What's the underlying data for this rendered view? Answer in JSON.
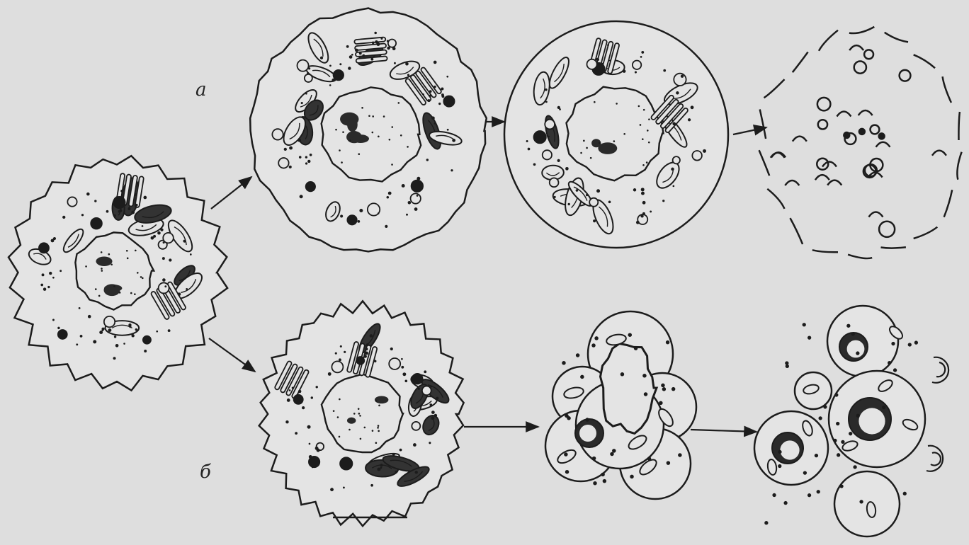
{
  "figure": {
    "labels": {
      "top_path": "а",
      "bottom_path": "б"
    },
    "colors": {
      "ink": "#1c1c1c",
      "paper": "#dedede",
      "cytoplasm": "#e4e4e4"
    },
    "cells": [
      {
        "id": "normal-cell",
        "state": "normal cell"
      },
      {
        "id": "necrosis-swelling",
        "state": "cell swelling",
        "path": "top"
      },
      {
        "id": "necrosis-lysis",
        "state": "swollen cell, organelle lysis",
        "path": "top"
      },
      {
        "id": "necrosis-rupture",
        "state": "membrane rupture, cell disintegration",
        "path": "top"
      },
      {
        "id": "apoptosis-shrinkage",
        "state": "cell shrinkage, chromatin condensation",
        "path": "bottom"
      },
      {
        "id": "apoptosis-blebbing",
        "state": "membrane blebbing",
        "path": "bottom"
      },
      {
        "id": "apoptotic-bodies",
        "state": "apoptotic bodies",
        "path": "bottom"
      }
    ]
  }
}
